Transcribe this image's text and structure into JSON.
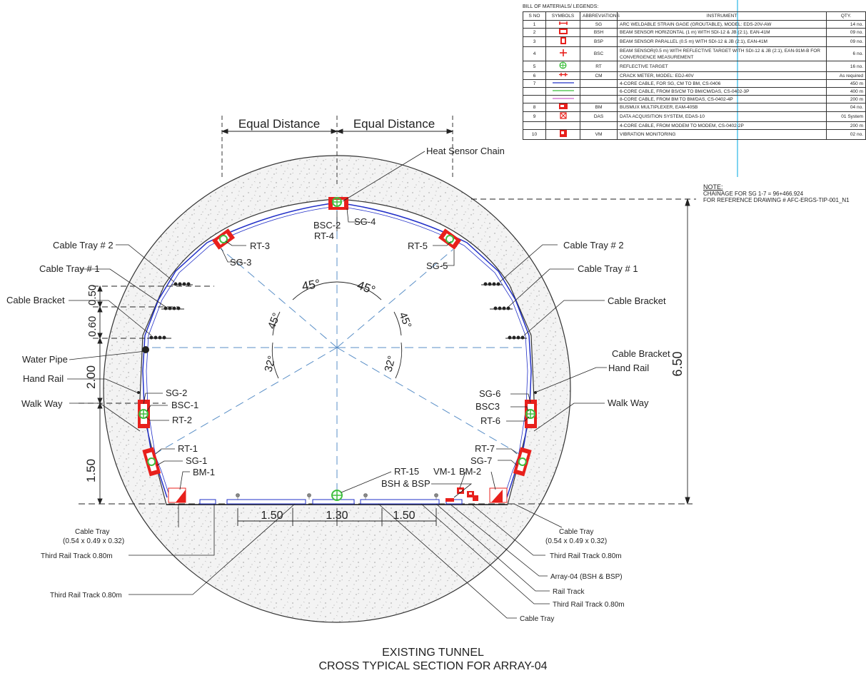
{
  "bom": {
    "title": "BILL OF MATERIALS/ LEGENDS:",
    "headers": [
      "S NO",
      "SYMBOLS",
      "ABBREVIATIONS",
      "INSTRUMENT",
      "QTY."
    ],
    "rows": [
      {
        "sno": "1",
        "abbr": "SG",
        "instrument": "ARC WELDABLE STRAIN GAGE (GROUTABLE), MODEL: EDS-20V-AW",
        "qty": "14 no.",
        "symbol": "strain-gage-icon"
      },
      {
        "sno": "2",
        "abbr": "BSH",
        "instrument": "BEAM SENSOR HORIZONTAL (1 m) WITH SDI-12 & JB (2:1), EAN-41M",
        "qty": "09 no.",
        "symbol": "beam-sensor-horizontal-icon"
      },
      {
        "sno": "3",
        "abbr": "BSP",
        "instrument": "BEAM SENSOR PARALLEL (0.5 m) WITH SDI-12 & JB (2:1), EAN-41M",
        "qty": "09 no.",
        "symbol": "beam-sensor-parallel-icon"
      },
      {
        "sno": "4",
        "abbr": "BSC",
        "instrument": "BEAM SENSOR(0.5 m) WITH REFLECTIVE TARGET WITH SDI-12 & JB (2:1), EAN-91M-B FOR CONVERGENCE MEASUREMENT",
        "qty": "6 no.",
        "symbol": "beam-sensor-convergence-icon",
        "tall": true
      },
      {
        "sno": "5",
        "abbr": "RT",
        "instrument": "REFLECTIVE TARGET",
        "qty": "16 no.",
        "symbol": "reflective-target-icon"
      },
      {
        "sno": "6",
        "abbr": "CM",
        "instrument": "CRACK METER, MODEL: EDJ-40V",
        "qty": "As required",
        "symbol": "crack-meter-icon"
      },
      {
        "sno": "7",
        "abbr": "",
        "instrument": "4-CORE CABLE, FOR SG, CM TO BM, CS-0406",
        "qty": "450 m",
        "symbol": "cable-blue-icon"
      },
      {
        "sno": "",
        "abbr": "",
        "instrument": "6-CORE CABLE, FROM BS/CM TO BM/CM/DAS, CS-0402-3P",
        "qty": "400 m",
        "symbol": "cable-green-icon"
      },
      {
        "sno": "",
        "abbr": "",
        "instrument": "8-CORE CABLE, FROM BM TO BM/DAS, CS-0402-4P",
        "qty": "200 m",
        "symbol": "cable-magenta-icon"
      },
      {
        "sno": "8",
        "abbr": "BM",
        "instrument": "BUSMUX MULTIPLEXER, EAM-405B",
        "qty": "04 no.",
        "symbol": "busmux-icon"
      },
      {
        "sno": "9",
        "abbr": "DAS",
        "instrument": "DATA ACQUISITION SYSTEM, EDAS-10",
        "qty": "01 System",
        "symbol": "das-icon"
      },
      {
        "sno": "",
        "abbr": "",
        "instrument": "4-CORE CABLE, FROM MODEM TO MODEM, CS-0402-2P",
        "qty": "200 m",
        "symbol": "none"
      },
      {
        "sno": "10",
        "abbr": "VM",
        "instrument": "VIBRATION MONITORING",
        "qty": "02 no.",
        "symbol": "vibration-icon"
      }
    ]
  },
  "note": {
    "heading": "NOTE:",
    "line1": "CHAINAGE FOR SG 1-7 = 96+466.924",
    "line2": "FOR REFERENCE DRAWING # AFC-ERGS-TIP-001_N1"
  },
  "dims": {
    "equal_left": "Equal Distance",
    "equal_right": "Equal Distance",
    "height_total": "6.50",
    "dim_050": "0.50",
    "dim_060": "0.60",
    "dim_200": "2.00",
    "dim_150_left": "1.50",
    "track_150_a": "1.50",
    "track_130": "1.30",
    "track_150_b": "1.50"
  },
  "angles": {
    "top_left": "45°",
    "top_right": "45°",
    "mid_left": "45°",
    "mid_right": "45°",
    "low_left": "32°",
    "low_right": "32°"
  },
  "labels": {
    "heat_sensor": "Heat Sensor Chain",
    "bsc2": "BSC-2",
    "rt4": "RT-4",
    "sg4": "SG-4",
    "rt3": "RT-3",
    "sg3": "SG-3",
    "rt5": "RT-5",
    "sg5": "SG-5",
    "cable_tray2_left": "Cable Tray # 2",
    "cable_tray1_left": "Cable Tray # 1",
    "cable_bracket_left": "Cable Bracket",
    "water_pipe": "Water Pipe",
    "hand_rail_left": "Hand Rail",
    "walk_way_left": "Walk Way",
    "sg2": "SG-2",
    "bsc1": "BSC-1",
    "rt2": "RT-2",
    "rt1": "RT-1",
    "sg1": "SG-1",
    "bm1": "BM-1",
    "cable_tray2_right": "Cable Tray # 2",
    "cable_tray1_right": "Cable Tray # 1",
    "cable_bracket_right1": "Cable Bracket",
    "cable_bracket_right2": "Cable Bracket",
    "hand_rail_right": "Hand Rail",
    "walk_way_right": "Walk Way",
    "sg6": "SG-6",
    "bsc3": "BSC3",
    "rt6": "RT-6",
    "rt7": "RT-7",
    "sg7": "SG-7",
    "vm1": "VM-1",
    "bm2": "BM-2",
    "rt15": "RT-15",
    "bsh_bsp": "BSH & BSP",
    "cable_tray_left_a": "Cable Tray",
    "cable_tray_left_b": "(0.54 x 0.49 x 0.32)",
    "cable_tray_right_a": "Cable Tray",
    "cable_tray_right_b": "(0.54 x 0.49 x 0.32)",
    "third_rail_left1": "Third Rail Track 0.80m",
    "third_rail_left2": "Third Rail Track 0.80m",
    "third_rail_right1": "Third Rail Track 0.80m",
    "array04": "Array-04 (BSH & BSP)",
    "rail_track": "Rail Track",
    "third_rail_right2": "Third Rail Track 0.80m",
    "cable_tray_bottom": "Cable Tray"
  },
  "caption": {
    "line1": "EXISTING TUNNEL",
    "line2": "CROSS TYPICAL SECTION FOR ARRAY-04"
  },
  "colors": {
    "sensor_red": "#e8201c",
    "target_green": "#3fbf3f",
    "cable_blue": "#2230c8",
    "leader": "#222222",
    "dash_blue": "#5a8fc7",
    "concrete": "#f1f1f1",
    "guide_cyan": "#29b6e6"
  }
}
